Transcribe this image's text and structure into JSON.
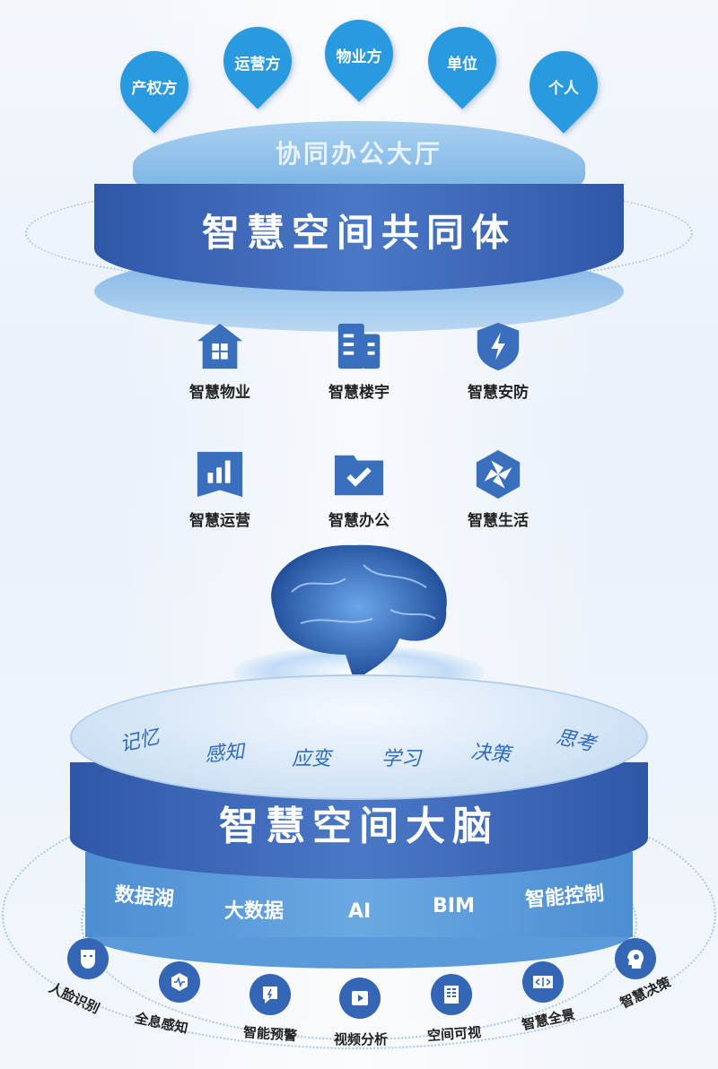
{
  "stakeholders": [
    "产权方",
    "运营方",
    "物业方",
    "单位",
    "个人"
  ],
  "hall_title": "协同办公大厅",
  "community_title": "智慧空间共同体",
  "services": [
    {
      "label": "智慧物业",
      "icon": "house-icon"
    },
    {
      "label": "智慧楼宇",
      "icon": "building-icon"
    },
    {
      "label": "智慧安防",
      "icon": "shield-bolt-icon"
    },
    {
      "label": "智慧运营",
      "icon": "bar-chart-icon"
    },
    {
      "label": "智慧办公",
      "icon": "folder-check-icon"
    },
    {
      "label": "智慧生活",
      "icon": "pinwheel-icon"
    }
  ],
  "brain_capabilities": [
    "记忆",
    "感知",
    "应变",
    "学习",
    "决策",
    "思考"
  ],
  "brain_title": "智慧空间大脑",
  "technologies": [
    "数据湖",
    "大数据",
    "AI",
    "BIM",
    "智能控制"
  ],
  "features": [
    {
      "label": "人脸识别",
      "icon": "face-icon"
    },
    {
      "label": "全息感知",
      "icon": "pulse-icon"
    },
    {
      "label": "智能预警",
      "icon": "alert-icon"
    },
    {
      "label": "视频分析",
      "icon": "video-icon"
    },
    {
      "label": "空间可视",
      "icon": "building-icon"
    },
    {
      "label": "智慧全景",
      "icon": "panorama-icon"
    },
    {
      "label": "智慧决策",
      "icon": "head-brain-icon"
    }
  ],
  "colors": {
    "dark_blue": "#3a64b4",
    "pin_blue": "#2a9ae0",
    "light_blue": "#8fc0ea"
  }
}
